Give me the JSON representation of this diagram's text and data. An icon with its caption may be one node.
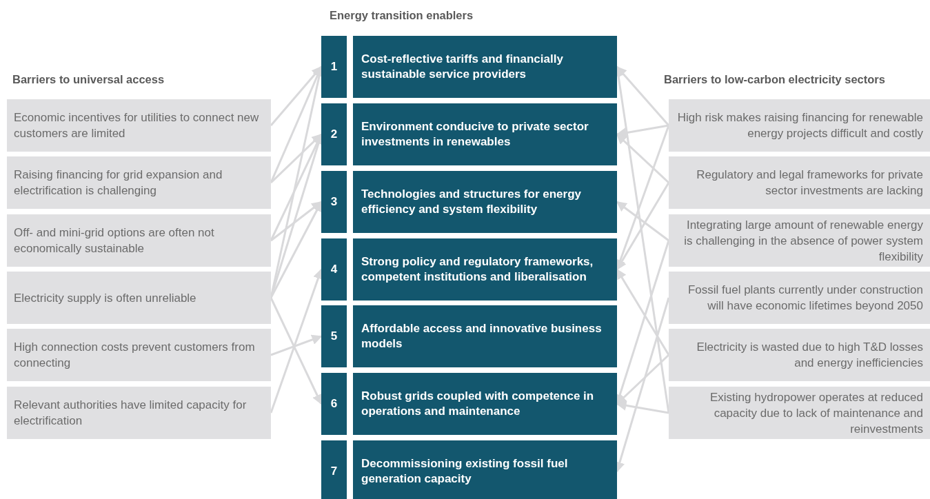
{
  "diagram": {
    "title": "Energy transition enablers",
    "nodes": [
      {
        "text": [
          "Economic incentives for utilities to connect new customers are limited"
        ]
      },
      {
        "text": [
          "Raising financing for grid expansion and electrification is challenging"
        ]
      },
      {
        "text": [
          "Off- and mini-grid options are often not economically sustainable"
        ]
      },
      {
        "text": [
          "Electricity supply is often unreliable"
        ]
      },
      {
        "text": [
          "High connection costs prevent customers from connecting"
        ]
      },
      {
        "text": [
          "Relevant authorities have limited capacity for electrification"
        ]
      },
      {
        "text": [
          "1",
          "Cost-reflective tariffs and financially sustainable service providers"
        ]
      },
      {
        "text": [
          "2",
          "Environment conducive to private sector investments in renewables"
        ]
      },
      {
        "text": [
          "3",
          "Technologies and structures for energy efficiency and system flexibility"
        ]
      },
      {
        "text": [
          "4",
          "Strong policy and regulatory frameworks, competent institutions and liberalisation"
        ]
      },
      {
        "text": [
          "5",
          "Affordable access and innovative business models"
        ]
      },
      {
        "text": [
          "6",
          "Robust grids coupled with competence in operations and maintenance"
        ]
      },
      {
        "text": [
          "7",
          "Decommissioning existing fossil fuel generation capacity"
        ]
      },
      {
        "text": [
          "High risk makes raising financing for renewable energy projects difficult and costly"
        ]
      },
      {
        "text": [
          "Regulatory and legal frameworks for private sector investments are lacking"
        ]
      },
      {
        "text": [
          "Integrating large amount of renewable energy is challenging in the absence of power system flexibility"
        ]
      },
      {
        "text": [
          "Fossil fuel plants currently under construction will have economic lifetimes beyond 2050"
        ]
      },
      {
        "text": [
          "Electricity is wasted due to high T&D losses and energy inefficiencies"
        ]
      },
      {
        "text": [
          "Existing hydropower operates at reduced capacity due to lack of maintenance and reinvestments"
        ]
      }
    ],
    "edges": [
      {
        "from": 0,
        "to": 6,
        "arrow": "to"
      },
      {
        "from": 1,
        "to": 6,
        "arrow": "to"
      },
      {
        "from": 1,
        "to": 7,
        "arrow": "to"
      },
      {
        "from": 2,
        "to": 7,
        "arrow": "to"
      },
      {
        "from": 2,
        "to": 8,
        "arrow": "to"
      },
      {
        "from": 3,
        "to": 6,
        "arrow": "to"
      },
      {
        "from": 3,
        "to": 7,
        "arrow": "to"
      },
      {
        "from": 3,
        "to": 8,
        "arrow": "to"
      },
      {
        "from": 3,
        "to": 11,
        "arrow": "to"
      },
      {
        "from": 4,
        "to": 10,
        "arrow": "to"
      },
      {
        "from": 5,
        "to": 9,
        "arrow": "to"
      },
      {
        "from": 13,
        "to": 6,
        "arrow": "to"
      },
      {
        "from": 13,
        "to": 7,
        "arrow": "to"
      },
      {
        "from": 13,
        "to": 9,
        "arrow": "to"
      },
      {
        "from": 14,
        "to": 7,
        "arrow": "to"
      },
      {
        "from": 14,
        "to": 9,
        "arrow": "to"
      },
      {
        "from": 15,
        "to": 8,
        "arrow": "to"
      },
      {
        "from": 15,
        "to": 11,
        "arrow": "to"
      },
      {
        "from": 16,
        "to": 12,
        "arrow": "to"
      },
      {
        "from": 17,
        "to": 9,
        "arrow": "to"
      },
      {
        "from": 17,
        "to": 11,
        "arrow": "to"
      },
      {
        "from": 18,
        "to": 11,
        "arrow": "to"
      },
      {
        "from": 18,
        "to": 6,
        "arrow": "to"
      }
    ],
    "labels": [
      "Barriers to universal access",
      "Barriers to low-carbon electricity sectors"
    ]
  }
}
